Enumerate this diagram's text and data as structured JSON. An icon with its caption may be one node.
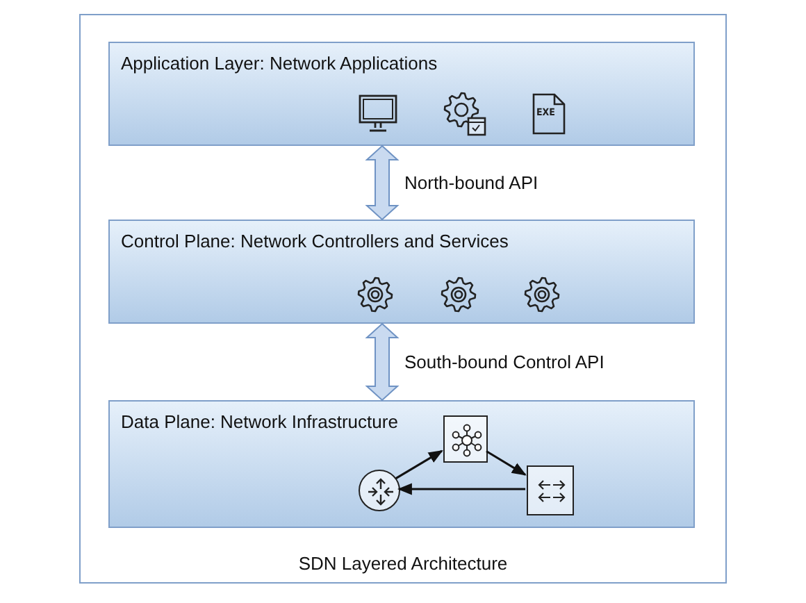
{
  "diagram": {
    "caption": "SDN Layered Architecture",
    "nodes": [
      {
        "text": [
          "Application Layer: Network Applications"
        ]
      },
      {
        "text": [
          "Control Plane: Network Controllers and Services"
        ]
      },
      {
        "text": [
          "Data Plane: Network Infrastructure"
        ]
      },
      {
        "text": [],
        "shape": "circle",
        "in": 2
      },
      {
        "text": [],
        "shape": "box",
        "in": 2
      },
      {
        "text": [],
        "shape": "box",
        "in": 2
      }
    ],
    "edges": [
      {
        "from": 0,
        "to": 1,
        "arrow": "both",
        "label": "North-bound API",
        "style": "thick"
      },
      {
        "from": 1,
        "to": 2,
        "arrow": "both",
        "label": "South-bound Control API",
        "style": "thick"
      },
      {
        "from": 3,
        "to": 4,
        "arrow": "to"
      },
      {
        "from": 4,
        "to": 5,
        "arrow": "to"
      },
      {
        "from": 5,
        "to": 3,
        "arrow": "to"
      }
    ],
    "labels": [
      "EXE"
    ]
  }
}
